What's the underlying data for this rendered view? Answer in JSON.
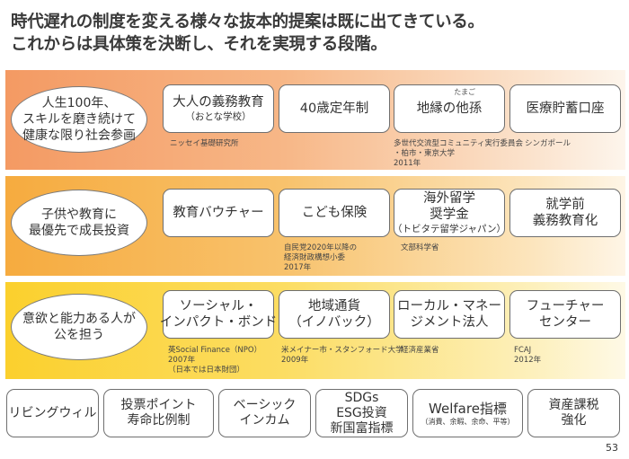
{
  "title": {
    "line1": "時代遅れの制度を変える様々な抜本的提案は既に出てきている。",
    "line2": "これからは具体策を決断し、それを実現する段階。"
  },
  "rows": [
    {
      "theme": [
        "人生100年、",
        "スキルを磨き続けて",
        "健康な限り社会参画"
      ],
      "items": [
        {
          "lines": [
            "大人の義務教育"
          ],
          "small": "（おとな学校）",
          "source": [
            "ニッセイ基礎研究所"
          ]
        },
        {
          "lines": [
            "40歳定年制"
          ],
          "source": []
        },
        {
          "lines": [
            "地縁の他孫"
          ],
          "ruby": "たまご",
          "source": [
            "多世代交流型コミュニティ実行委員会",
            "・柏市・東京大学",
            "2011年"
          ]
        },
        {
          "lines": [
            "医療貯蓄口座"
          ],
          "source": [
            "シンガポール"
          ]
        }
      ]
    },
    {
      "theme": [
        "子供や教育に",
        "最優先で成長投資"
      ],
      "items": [
        {
          "lines": [
            "教育バウチャー"
          ],
          "source": []
        },
        {
          "lines": [
            "こども保険"
          ],
          "source": [
            "自民党2020年以降の",
            "経済財政構想小委",
            "2017年"
          ]
        },
        {
          "lines": [
            "海外留学",
            "奨学金"
          ],
          "small": "（トビタテ留学ジャパン）",
          "source": [
            "文部科学省"
          ]
        },
        {
          "lines": [
            "就学前",
            "義務教育化"
          ],
          "source": []
        }
      ]
    },
    {
      "theme": [
        "意欲と能力ある人が",
        "公を担う"
      ],
      "items": [
        {
          "lines": [
            "ソーシャル・",
            "インパクト・ボンド"
          ],
          "source": [
            "英Social Finance（NPO）",
            "2007年",
            "（日本では日本財団）"
          ]
        },
        {
          "lines": [
            "地域通貨",
            "（イノバック）"
          ],
          "source": [
            "米メイナー市・スタンフォード大学",
            "2009年"
          ]
        },
        {
          "lines": [
            "ローカル・マネー",
            "ジメント法人"
          ],
          "source": [
            "経済産業省"
          ]
        },
        {
          "lines": [
            "フューチャー",
            "センター"
          ],
          "source": [
            "FCAJ",
            "2012年"
          ]
        }
      ]
    }
  ],
  "bottom": [
    {
      "lines": [
        "リビングウィル"
      ]
    },
    {
      "lines": [
        "投票ポイント",
        "寿命比例制"
      ]
    },
    {
      "lines": [
        "ベーシック",
        "インカム"
      ]
    },
    {
      "lines": [
        "SDGs",
        "ESG投資",
        "新国富指標"
      ]
    },
    {
      "big": "Welfare指標",
      "small": "（消費、余暇、余命、平等）"
    },
    {
      "lines": [
        "資産課税",
        "強化"
      ]
    }
  ],
  "page_number": "53"
}
